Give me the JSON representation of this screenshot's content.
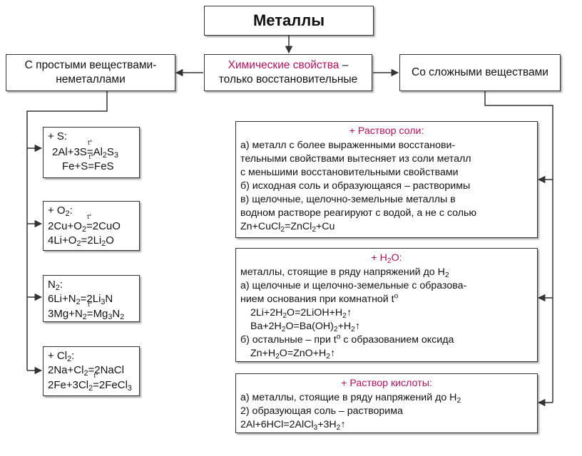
{
  "title": "Металлы",
  "center": {
    "line1_magenta": "Химические свойства",
    "line1_rest": " –",
    "line2": "только восстановительные"
  },
  "left_header": {
    "line1": "С простыми веществами-",
    "line2": "неметаллами"
  },
  "right_header": "Со сложными веществами",
  "left_boxes": {
    "sulfur": {
      "head": "+ S:",
      "r1": {
        "a": "2Al+3S",
        "sign": "=",
        "over": "t°",
        "b": "Al",
        "s1": "2",
        "c": "S",
        "s2": "3"
      },
      "r2": {
        "a": "Fe+S",
        "sign": "=",
        "over": "t°",
        "b": "FeS"
      }
    },
    "oxygen": {
      "head": "+ O",
      "head_sub": "2",
      "head_tail": ":",
      "r1": {
        "a": "2Cu+O",
        "s1": "2",
        "sign": "=",
        "over": "t°",
        "b": "2CuO"
      },
      "r2": {
        "a": "4Li+O",
        "s1": "2",
        "b": "=2Li",
        "s2": "2",
        "c": "O"
      }
    },
    "nitrogen": {
      "head": "N",
      "head_sub": "2",
      "head_tail": ":",
      "r1": {
        "a": "6Li+N",
        "s1": "2",
        "b": "=2Li",
        "s2": "3",
        "c": "N"
      },
      "r2": {
        "a": "3Mg+N",
        "s1": "2",
        "sign": "=",
        "over": "t°",
        "b": "Mg",
        "s2": "3",
        "c": "N",
        "s3": "2"
      }
    },
    "chlorine": {
      "head": "+ Cl",
      "head_sub": "2",
      "head_tail": ":",
      "r1": {
        "a": "2Na+Cl",
        "s1": "2",
        "b": "=2NaCl"
      },
      "r2": {
        "a": "2Fe+3Cl",
        "s1": "2",
        "sign": "=",
        "over": "t°",
        "b": "2FeCl",
        "s2": "3"
      }
    }
  },
  "salt_box": {
    "title": "+ Раствор соли:",
    "lines": [
      "а) металл с более выраженными восстанови-",
      "тельными свойствами вытесняет из соли металл",
      "с меньшими восстановительными свойствами",
      "б) исходная соль и образующаяся – растворимы",
      "в) щелочные, щелочно-земельные металлы в",
      "водном растворе реагируют с водой, а не с солью"
    ],
    "eq": {
      "a": "Zn+CuCl",
      "s1": "2",
      "b": "=ZnCl",
      "s2": "2",
      "c": "+Cu"
    }
  },
  "water_box": {
    "title": "+ H",
    "title_sub": "2",
    "title_tail": "O:",
    "l1": {
      "a": "металлы, стоящие в ряду напряжений до H",
      "s1": "2"
    },
    "l2": "а) щелочные и щелочно-земельные с образова-",
    "l3": {
      "a": "нием основания при комнатной t",
      "sup": "о"
    },
    "eq1": {
      "a": "2Li+2H",
      "s1": "2",
      "b": "O=2LiOH+H",
      "s2": "2",
      "arrow": "↑"
    },
    "eq2": {
      "a": "Ba+2H",
      "s1": "2",
      "b": "O=Ba(OH)",
      "s2": "2",
      "c": "+H",
      "s3": "2",
      "arrow": "↑"
    },
    "l4": {
      "a": "б) остальные – при t",
      "sup": "о",
      "b": " с образованием оксида"
    },
    "eq3": {
      "a": "Zn+H",
      "s1": "2",
      "b": "O=ZnO+H",
      "s2": "2",
      "arrow": "↑"
    }
  },
  "acid_box": {
    "title": "+ Раствор кислоты:",
    "l1": {
      "a": "а) металлы, стоящие в ряду напряжений до H",
      "s1": "2"
    },
    "l2": "2) образующая соль – растворима",
    "eq": {
      "a": "2Al+6HCl=2AlCl",
      "s1": "3",
      "b": "+3H",
      "s2": "2",
      "arrow": "↑"
    }
  },
  "colors": {
    "accent": "#b3125f",
    "border": "#333333",
    "line": "#333333"
  }
}
